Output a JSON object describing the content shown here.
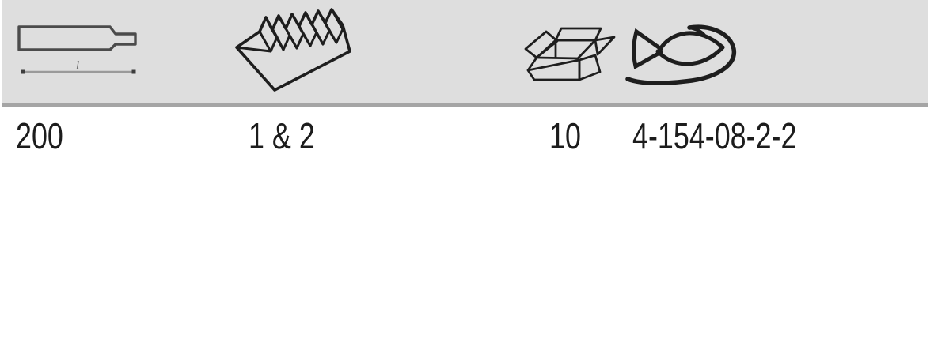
{
  "row": {
    "length_mm": "200",
    "cut": "1 & 2",
    "pack_quantity": "10",
    "article_number": "4-154-08-2-2"
  },
  "header": {
    "dimension_label": "l",
    "icons": [
      {
        "name": "file-length-icon",
        "meaning": "file profile with length dimension"
      },
      {
        "name": "file-cut-icon",
        "meaning": "serrated cut block"
      },
      {
        "name": "box-quantity-icon",
        "meaning": "open packaging box"
      },
      {
        "name": "fish-brand-icon",
        "meaning": "fish and hook logo"
      }
    ]
  },
  "colors": {
    "band_bg": "#dedede",
    "band_border": "#a5a5a5",
    "text": "#1c1c1c",
    "line_art": "#1e1e1e",
    "file_outline": "#4b4b4b",
    "dim_line": "#9a9a9a",
    "dim_label": "#6f6f6f"
  }
}
